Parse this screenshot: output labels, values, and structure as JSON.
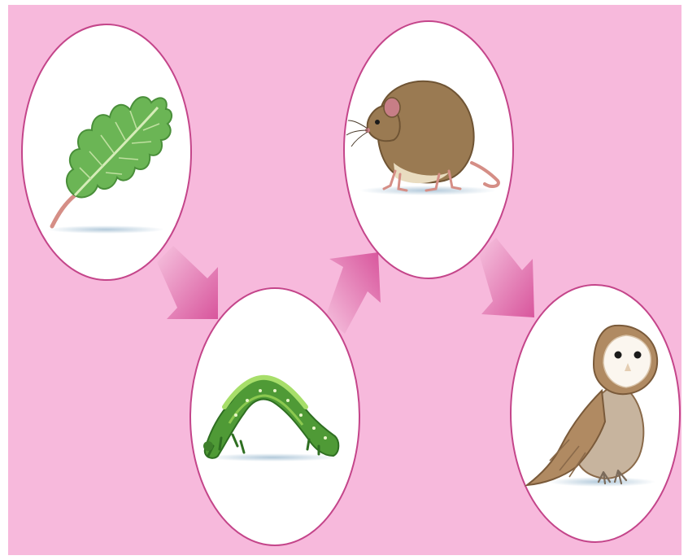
{
  "diagram": {
    "type": "food-chain",
    "nodes": [
      {
        "id": "leaf",
        "icon": "oak-leaf-icon"
      },
      {
        "id": "caterpillar",
        "icon": "caterpillar-icon"
      },
      {
        "id": "mouse",
        "icon": "mouse-icon"
      },
      {
        "id": "owl",
        "icon": "barn-owl-icon"
      }
    ],
    "edges": [
      {
        "from": "leaf",
        "to": "caterpillar"
      },
      {
        "from": "caterpillar",
        "to": "mouse"
      },
      {
        "from": "mouse",
        "to": "owl"
      }
    ],
    "colors": {
      "background": "#f7b9dc",
      "circle_fill": "#ffffff",
      "circle_stroke": "#c4458a",
      "arrow": "#d8559c",
      "leaf": "#5aa84a",
      "caterpillar": "#4f9a36",
      "mouse": "#9a7a52",
      "owl": "#b08a62"
    }
  }
}
